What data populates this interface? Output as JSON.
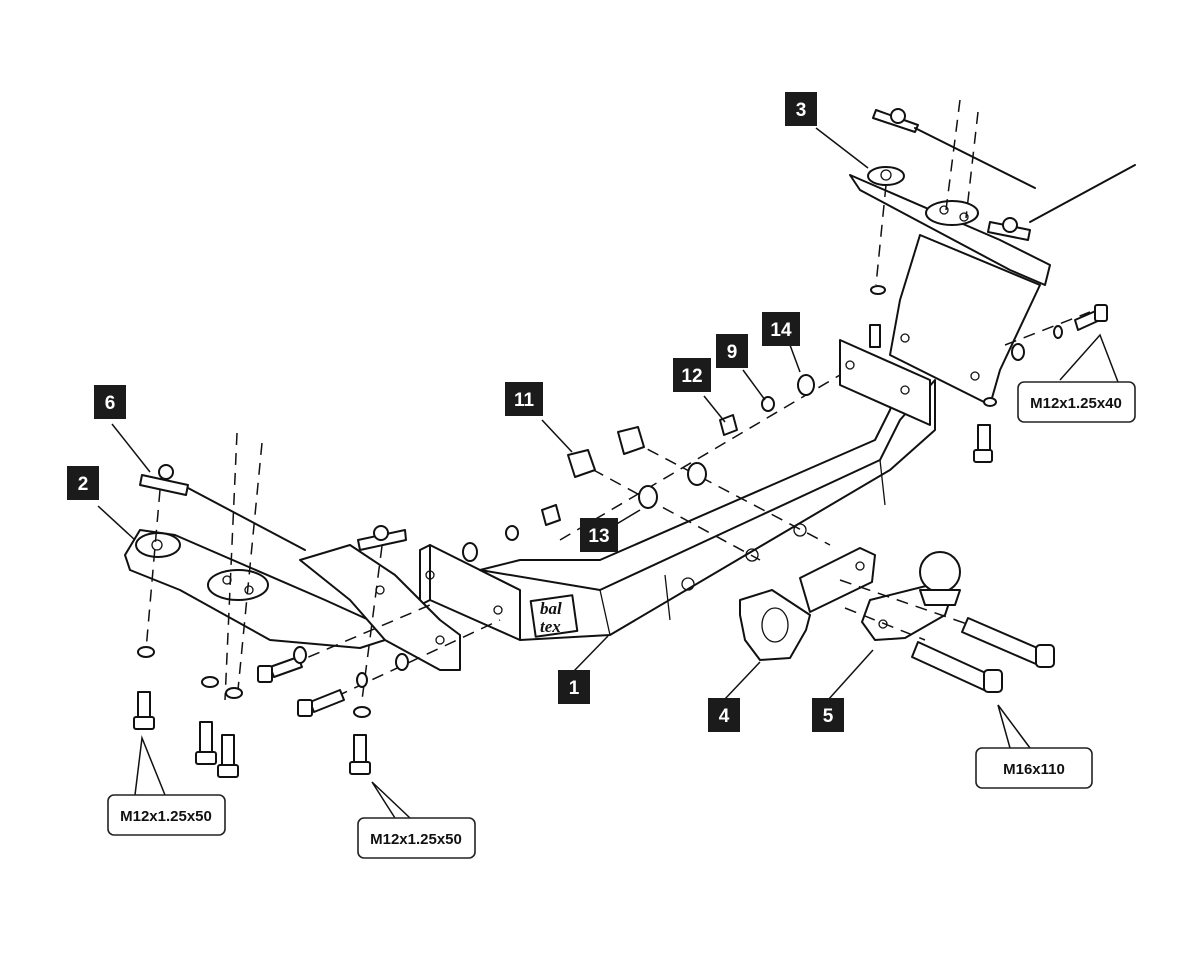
{
  "callouts": {
    "c1": "1",
    "c2": "2",
    "c3": "3",
    "c4": "4",
    "c5": "5",
    "c6": "6",
    "c9": "9",
    "c11": "11",
    "c12": "12",
    "c13": "13",
    "c14": "14"
  },
  "bolt_specs": {
    "right_bracket_bolt": "M12x1.25x40",
    "left_front_bolt": "M12x1.25x50",
    "left_rear_bolt": "M12x1.25x50",
    "ball_mount_bolt": "M16x110"
  },
  "logo": {
    "line1": "bal",
    "line2": "tex"
  }
}
